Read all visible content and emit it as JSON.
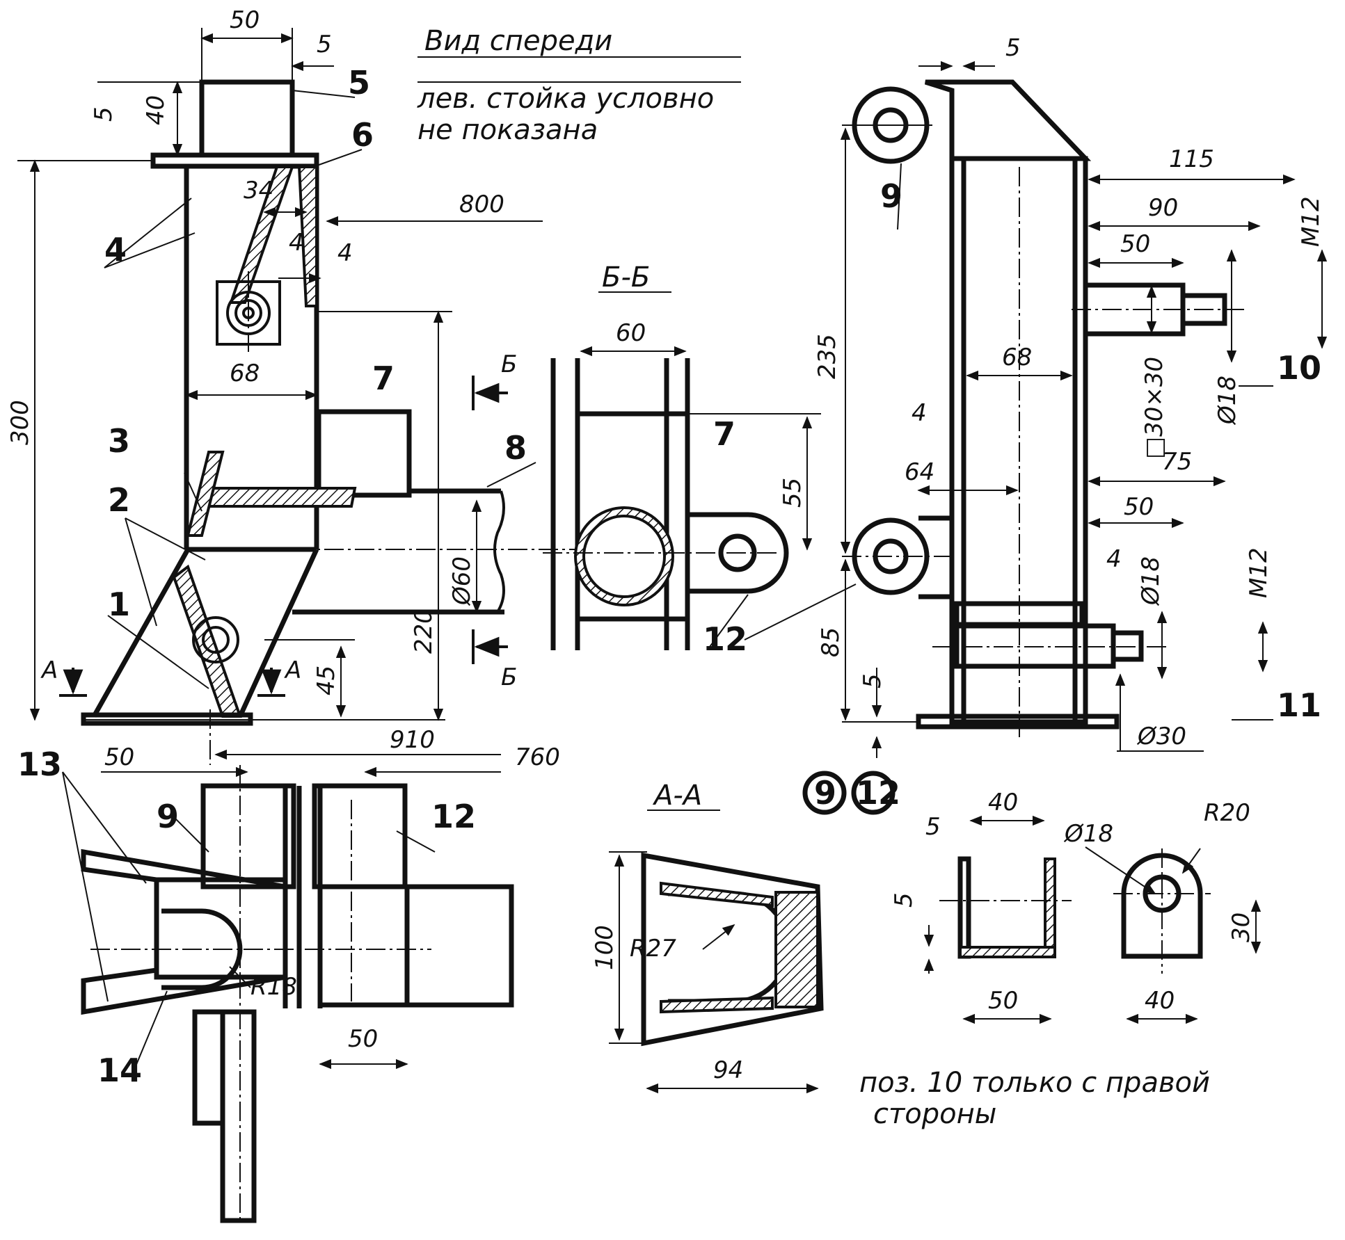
{
  "notes": {
    "front_view_title": "Вид спереди",
    "front_view_note_1": "лев. стойка условно",
    "front_view_note_2": "не показана",
    "section_bb": "Б-Б",
    "section_aa": "А-А",
    "section_b_marker": "Б",
    "section_a_marker": "А",
    "pos10_note_1": "поз. 10 только с правой",
    "pos10_note_2": "стороны"
  },
  "part_numbers": [
    "1",
    "2",
    "3",
    "4",
    "5",
    "6",
    "7",
    "8",
    "9",
    "10",
    "11",
    "12",
    "13",
    "14"
  ],
  "circled_parts": [
    "9",
    "12"
  ],
  "dimensions": {
    "d50_top": "50",
    "d5_top": "5",
    "d40": "40",
    "d5_left": "5",
    "d34": "34",
    "d4a": "4",
    "d4b": "4",
    "d800": "800",
    "d68": "68",
    "d300": "300",
    "d220": "220",
    "d45": "45",
    "d60_dia": "Ø60",
    "d910": "910",
    "d760": "760",
    "d50_plan": "50",
    "d50_plan2": "50",
    "dR18": "R18",
    "bb_60": "60",
    "bb_55": "55",
    "aa_100": "100",
    "aa_R27": "R27",
    "aa_94": "94",
    "r_5": "5",
    "r_115": "115",
    "r_90": "90",
    "r_50a": "50",
    "r_M12a": "M12",
    "r_235": "235",
    "r_68": "68",
    "r_4a": "4",
    "r_64": "64",
    "r_sq30": "□30×30",
    "r_dia18a": "Ø18",
    "r_75": "75",
    "r_50b": "50",
    "r_4b": "4",
    "r_dia18b": "Ø18",
    "r_M12b": "M12",
    "r_85": "85",
    "r_5b": "5",
    "r_dia30": "Ø30",
    "p_40": "40",
    "p_5a": "5",
    "p_5b": "5",
    "p_50": "50",
    "p_dia18": "Ø18",
    "p_R20": "R20",
    "p_30": "30",
    "p_40b": "40"
  }
}
